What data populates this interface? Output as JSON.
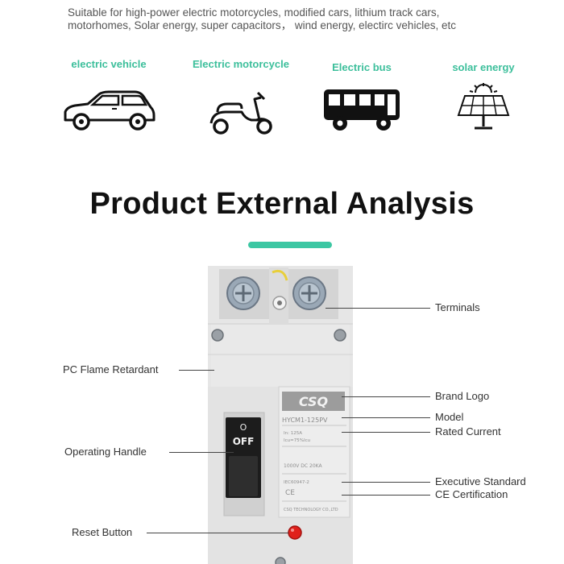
{
  "intro": {
    "line1": "Suitable for high-power electric motorcycles, modified cars, lithium track cars,",
    "line2": "motorhomes, Solar energy, super capacitors， wind energy, electirc vehicles, etc"
  },
  "applications": [
    {
      "label": "electric vehicle",
      "icon": "car-icon"
    },
    {
      "label": "Electric motorcycle",
      "icon": "scooter-icon"
    },
    {
      "label": "Electric bus",
      "icon": "bus-icon"
    },
    {
      "label": "solar energy",
      "icon": "solar-panel-icon"
    }
  ],
  "section_title": "Product External Analysis",
  "colors": {
    "accent": "#3cc7a3",
    "label_green": "#3cbf9b",
    "body": "#e6e6e6",
    "reset_button": "#e0201b"
  },
  "device": {
    "brand": "CSQ",
    "model": "HYCM1-125PV",
    "spec_in": "In: 125A",
    "spec_icu": "Icu=75%Icu",
    "spec_voltage": "1000V DC 20KA",
    "spec_standard": "IEC60947-2",
    "ce_mark": "CE",
    "maker": "CSQ TECHNOLOGY CO.,LTD",
    "handle_state": "OFF",
    "handle_symbol": "O"
  },
  "callouts": {
    "terminals": "Terminals",
    "pc_flame": "PC Flame Retardant",
    "brand_logo": "Brand Logo",
    "model": "Model",
    "rated_current": "Rated Current",
    "operating_handle": "Operating Handle",
    "executive_standard": "Executive Standard",
    "ce_certification": "CE Certification",
    "reset_button": "Reset Button"
  }
}
